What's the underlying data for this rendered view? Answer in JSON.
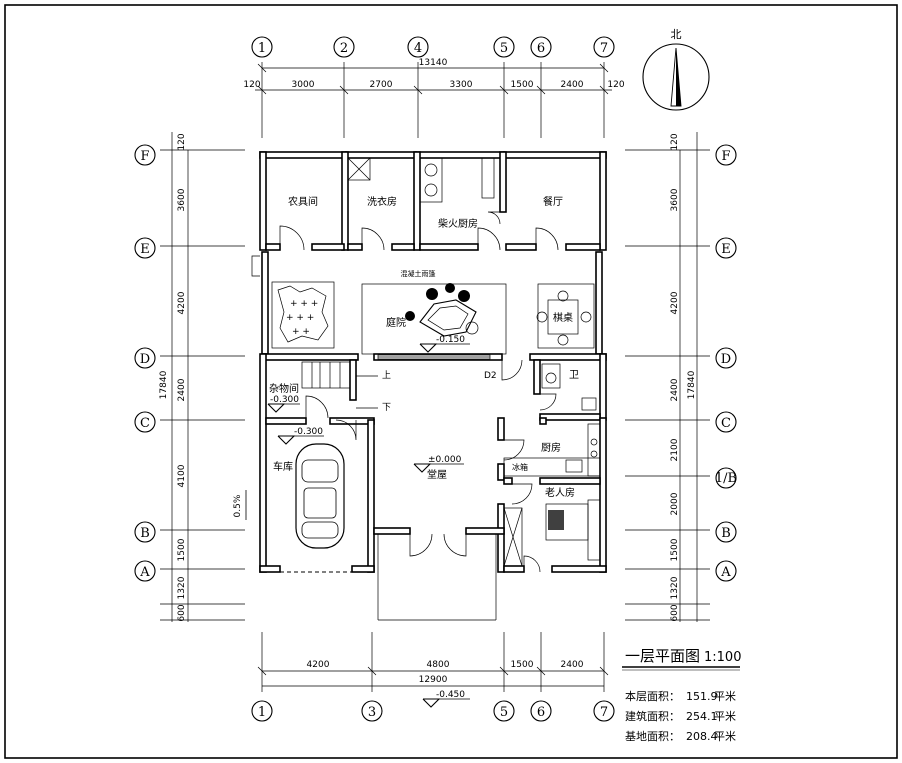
{
  "title": "一层平面图",
  "scale": "1:100",
  "north_label": "北",
  "axis_labels_top": [
    "1",
    "2",
    "4",
    "5",
    "6",
    "7"
  ],
  "axis_labels_bottom": [
    "1",
    "3",
    "5",
    "6",
    "7"
  ],
  "axis_labels_left": [
    "F",
    "E",
    "D",
    "C",
    "B",
    "A"
  ],
  "axis_labels_right": [
    "F",
    "E",
    "D",
    "C",
    "1/B",
    "B",
    "A"
  ],
  "dims_top": {
    "total": "13140",
    "segments": [
      "120",
      "3000",
      "2700",
      "3300",
      "1500",
      "2400",
      "120"
    ]
  },
  "dims_bottom": {
    "total": "12900",
    "segments": [
      "4200",
      "4800",
      "1500",
      "2400"
    ]
  },
  "dims_left": {
    "total": "17840",
    "segments": [
      "120",
      "3600",
      "4200",
      "2400",
      "4100",
      "1500",
      "1320",
      "600"
    ]
  },
  "dims_right": {
    "total": "17840",
    "segments": [
      "120",
      "3600",
      "4200",
      "2400",
      "2100",
      "2000",
      "1500",
      "1320",
      "600"
    ]
  },
  "rooms": {
    "tool_room": "农具间",
    "laundry": "洗衣房",
    "firewood_kitchen": "柴火厨房",
    "dining": "餐厅",
    "courtyard": "庭院",
    "roof_note": "混凝土雨篷",
    "chess": "棋桌",
    "storage": "杂物间",
    "toilet": "卫",
    "garage": "车库",
    "hall": "堂屋",
    "kitchen": "厨房",
    "fridge": "冰箱",
    "elder_room": "老人房"
  },
  "marks": {
    "courtyard_level": "-0.150",
    "storage_level": "-0.300",
    "garage_level": "-0.300",
    "hall_level": "±0.000",
    "outside_level": "-0.450",
    "up": "上",
    "down": "下",
    "door_d2": "D2",
    "slope": "0.5%"
  },
  "stats": [
    {
      "label": "本层面积：",
      "value": "151.9",
      "unit": "平米"
    },
    {
      "label": "建筑面积：",
      "value": "254.1",
      "unit": "平米"
    },
    {
      "label": "基地面积：",
      "value": "208.4",
      "unit": "平米"
    }
  ]
}
